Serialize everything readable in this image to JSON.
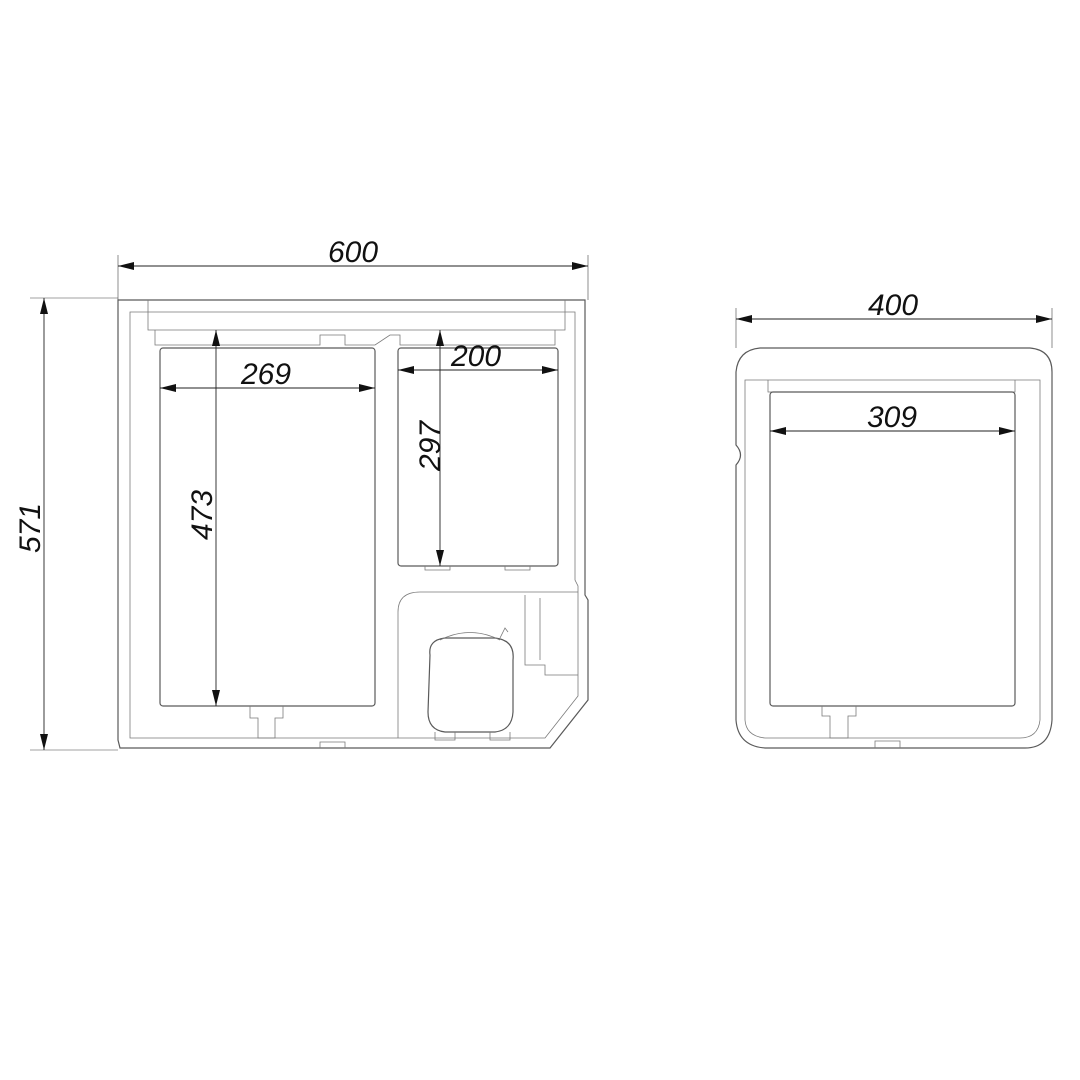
{
  "dimensions": {
    "side_width": "600",
    "side_height": "571",
    "left_compartment_width": "269",
    "left_compartment_depth": "473",
    "right_compartment_width": "200",
    "right_compartment_depth": "297",
    "front_width": "400",
    "front_inner_width": "309"
  },
  "colors": {
    "outline": "#5a5a5a",
    "dimension": "#111111",
    "background": "#ffffff"
  }
}
